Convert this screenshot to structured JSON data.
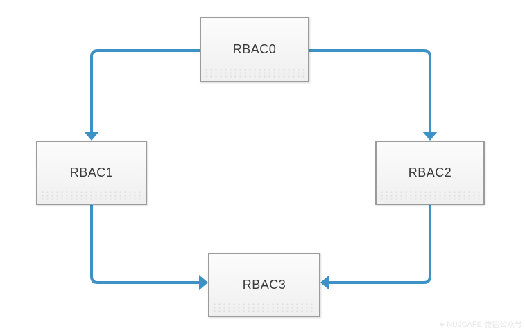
{
  "canvas": {
    "background": "#ffffff"
  },
  "diagram": {
    "type": "flowchart",
    "arrow_color": "#3d91c5",
    "node_border_color": "#9b9b9b",
    "node_fill_color": "#f4f4f4",
    "node_text_color": "#3a3a3a",
    "nodes": [
      {
        "id": "rbac0",
        "label": "RBAC0",
        "position": "top-center"
      },
      {
        "id": "rbac1",
        "label": "RBAC1",
        "position": "middle-left"
      },
      {
        "id": "rbac2",
        "label": "RBAC2",
        "position": "middle-right"
      },
      {
        "id": "rbac3",
        "label": "RBAC3",
        "position": "bottom-center"
      }
    ],
    "edges": [
      {
        "from": "rbac0",
        "to": "rbac1",
        "route": "left-then-down"
      },
      {
        "from": "rbac0",
        "to": "rbac2",
        "route": "right-then-down"
      },
      {
        "from": "rbac1",
        "to": "rbac3",
        "route": "down-then-right"
      },
      {
        "from": "rbac2",
        "to": "rbac3",
        "route": "down-then-left"
      }
    ]
  },
  "watermark": {
    "logo_glyph": "❖",
    "text": "NUJCAFE 微信公众号"
  }
}
